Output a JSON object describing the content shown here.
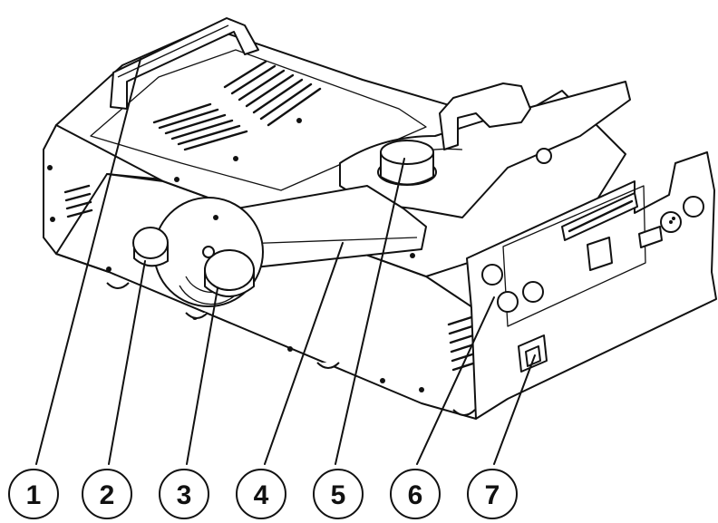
{
  "diagram": {
    "callouts": [
      {
        "number": "1",
        "target": "carry-handle"
      },
      {
        "number": "2",
        "target": "tilt-knob"
      },
      {
        "number": "3",
        "target": "locking-knob"
      },
      {
        "number": "4",
        "target": "mounting-bracket"
      },
      {
        "number": "5",
        "target": "fluid-tank-cap"
      },
      {
        "number": "6",
        "target": "rear-connector-panel"
      },
      {
        "number": "7",
        "target": "power-switch"
      }
    ]
  }
}
